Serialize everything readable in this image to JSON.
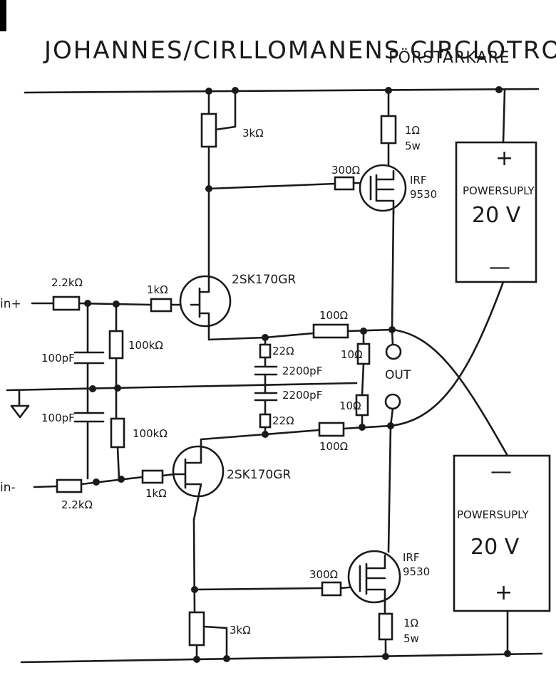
{
  "title": {
    "line1": "JOHANNES/CIRLLOMANENS CIRCLOTRON-",
    "line2": "FÖRSTÄRKARE"
  },
  "labels": {
    "r_pot_top": "3kΩ",
    "r_source_top": "1Ω",
    "r_source_top_w": "5w",
    "r_gate_top": "300Ω",
    "mosfet_top": "IRF",
    "mosfet_top_num": "9530",
    "r_in_top": "2.2kΩ",
    "r_gate_jfet_top": "1kΩ",
    "jfet_top": "2SK170GR",
    "r_out_top": "100Ω",
    "r_bias_top": "100kΩ",
    "c_in_top": "100pF",
    "r_22_top": "22Ω",
    "c_2200_top": "2200pF",
    "r_100_right_top": "10Ω",
    "c_2200_bot": "2200pF",
    "r_100_right_bot": "10Ω",
    "r_22_bot": "22Ω",
    "r_out_bot": "100Ω",
    "out": "OUT",
    "c_in_bot": "100pF",
    "r_bias_bot": "100kΩ",
    "jfet_bot": "2SK170GR",
    "r_in_bot": "2.2kΩ",
    "r_gate_jfet_bot": "1kΩ",
    "r_gate_bot": "300Ω",
    "mosfet_bot": "IRF",
    "mosfet_bot_num": "9530",
    "r_pot_bot": "3kΩ",
    "r_source_bot": "1Ω",
    "r_source_bot_w": "5w",
    "in_plus": "in+",
    "in_minus": "in-",
    "ps_top_plus": "+",
    "ps_top_name": "POWERSUPLY",
    "ps_top_volt": "20 V",
    "ps_top_minus": "—",
    "ps_bot_minus": "—",
    "ps_bot_name": "POWERSUPLY",
    "ps_bot_volt": "20 V",
    "ps_bot_plus": "+"
  }
}
